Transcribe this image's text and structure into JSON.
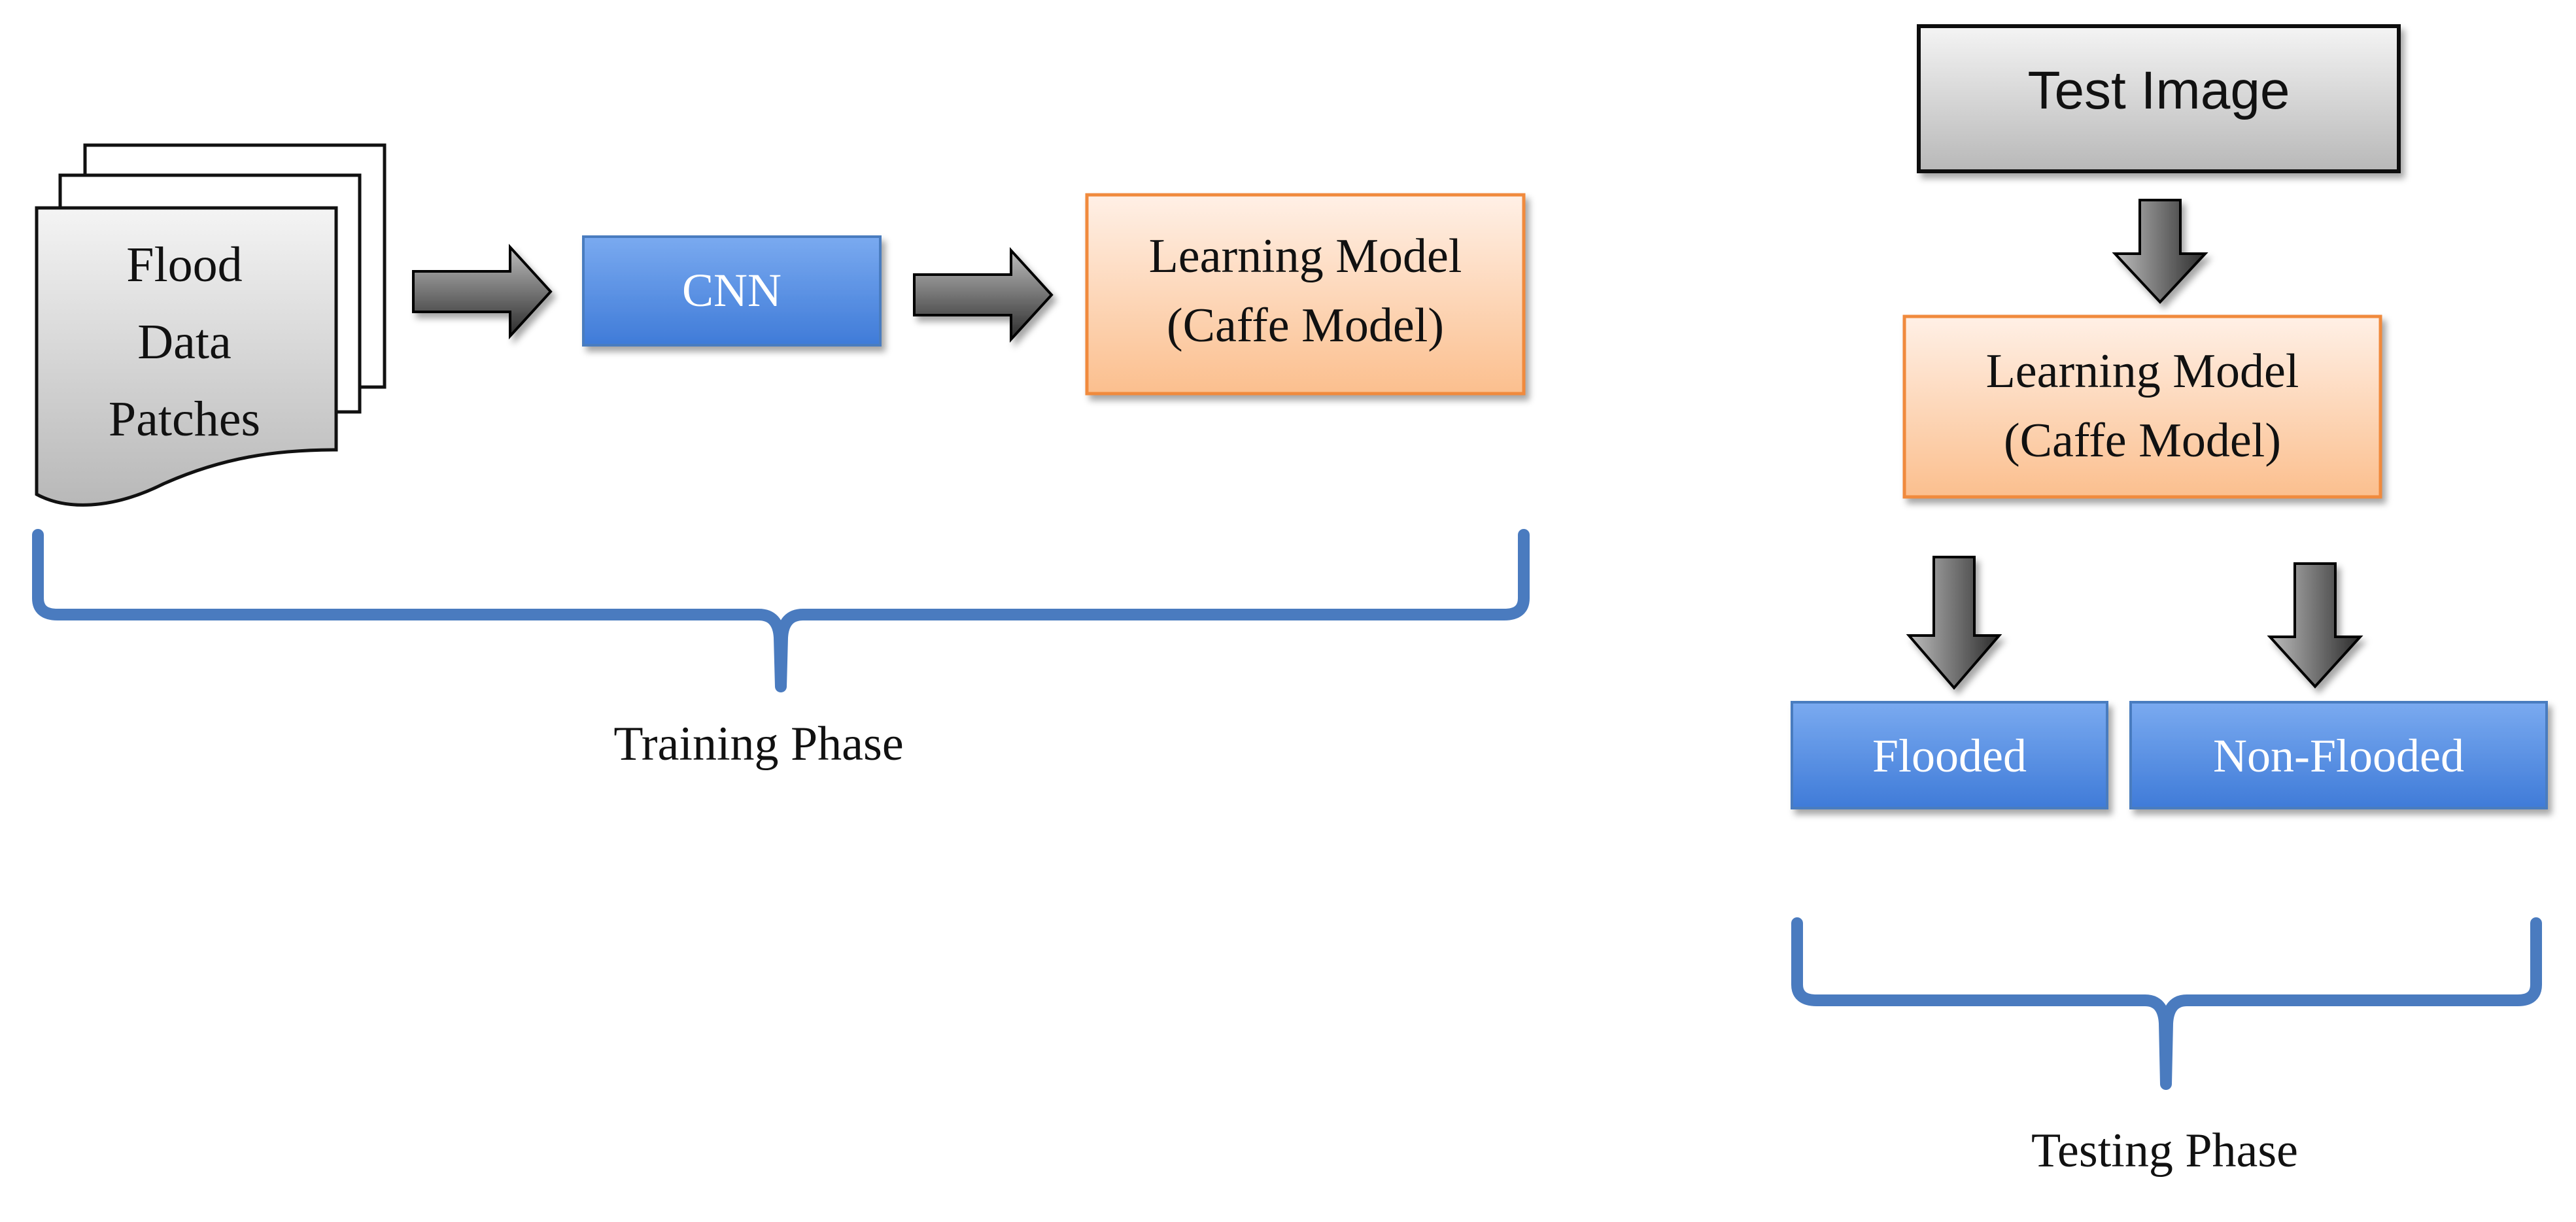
{
  "training": {
    "doc_lines": [
      "Flood",
      "Data",
      "Patches"
    ],
    "cnn_label": "CNN",
    "model_line1": "Learning Model",
    "model_line2": "(Caffe Model)",
    "phase_label": "Training Phase"
  },
  "testing": {
    "test_image_label": "Test Image",
    "model_line1": "Learning Model",
    "model_line2": "(Caffe Model)",
    "flooded_label": "Flooded",
    "nonflooded_label": "Non-Flooded",
    "phase_label": "Testing Phase"
  },
  "colors": {
    "blue_top": "#7aaaf0",
    "blue_bottom": "#3f7bd8",
    "orange_top": "#fff0e6",
    "orange_bottom": "#fbbf8e",
    "orange_border": "#f08a3c",
    "gray_top": "#f2f2f2",
    "gray_bottom": "#bcbcbc",
    "brace": "#4a7bbf",
    "arrow_light": "#b8b8b8",
    "arrow_dark": "#2e2e2e"
  }
}
